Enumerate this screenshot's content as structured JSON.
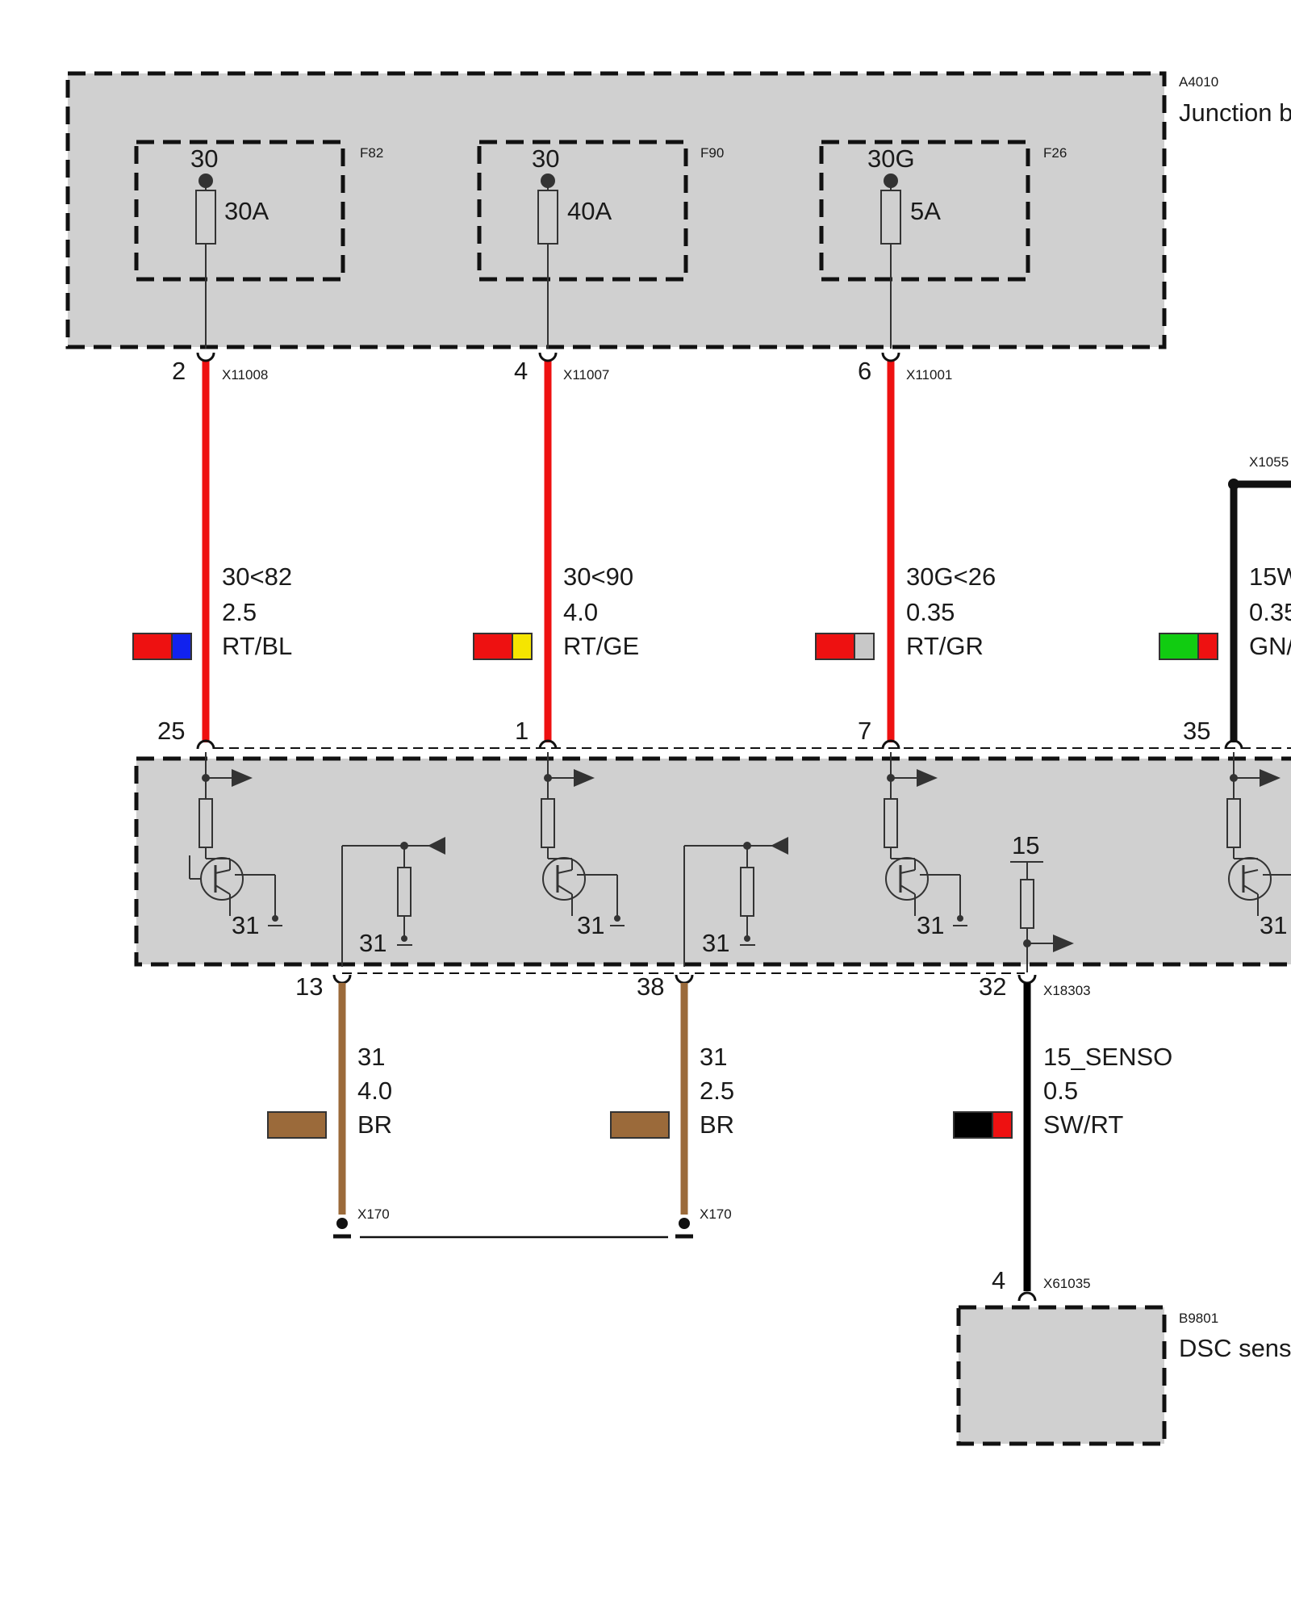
{
  "junction_box": {
    "id": "A4010",
    "name": "Junction b",
    "fuses": [
      {
        "ref": "F82",
        "terminal": "30",
        "rating": "30A"
      },
      {
        "ref": "F90",
        "terminal": "30",
        "rating": "40A"
      },
      {
        "ref": "F26",
        "terminal": "30G",
        "rating": "5A"
      }
    ],
    "outputs": [
      {
        "pin": "2",
        "connector": "X11008"
      },
      {
        "pin": "4",
        "connector": "X11007"
      },
      {
        "pin": "6",
        "connector": "X11001"
      }
    ]
  },
  "wires_top": [
    {
      "signal": "30<82",
      "size": "2.5",
      "color_code": "RT/BL",
      "colors": [
        "#ee1111",
        "#1122ee"
      ]
    },
    {
      "signal": "30<90",
      "size": "4.0",
      "color_code": "RT/GE",
      "colors": [
        "#ee1111",
        "#f5e500"
      ]
    },
    {
      "signal": "30G<26",
      "size": "0.35",
      "color_code": "RT/GR",
      "colors": [
        "#ee1111",
        "#c8c8c8"
      ]
    },
    {
      "signal": "15W",
      "size": "0.35",
      "color_code": "GN/",
      "colors": [
        "#11cc11",
        "#ee1111"
      ]
    }
  ],
  "right_connector_top": "X1055",
  "module_pins_top": [
    "25",
    "1",
    "7",
    "35"
  ],
  "module": {
    "ground_label": "31",
    "supply_label": "15",
    "pins_bottom": [
      {
        "pin": "13"
      },
      {
        "pin": "38"
      },
      {
        "pin": "32",
        "connector": "X18303"
      }
    ]
  },
  "wires_bottom": [
    {
      "signal": "31",
      "size": "4.0",
      "color_code": "BR",
      "colors": [
        "#9b6a3a"
      ],
      "end_connector": "X170"
    },
    {
      "signal": "31",
      "size": "2.5",
      "color_code": "BR",
      "colors": [
        "#9b6a3a"
      ],
      "end_connector": "X170"
    },
    {
      "signal": "15_SENSO",
      "size": "0.5",
      "color_code": "SW/RT",
      "colors": [
        "#000000",
        "#ee1111"
      ]
    }
  ],
  "sensor": {
    "id": "B9801",
    "name": "DSC sens",
    "pin": "4",
    "connector": "X61035"
  },
  "colors": {
    "box_fill": "#d0d0d0",
    "red_wire": "#ee1111",
    "brown_wire": "#9b6a3a",
    "black_wire": "#000000"
  }
}
